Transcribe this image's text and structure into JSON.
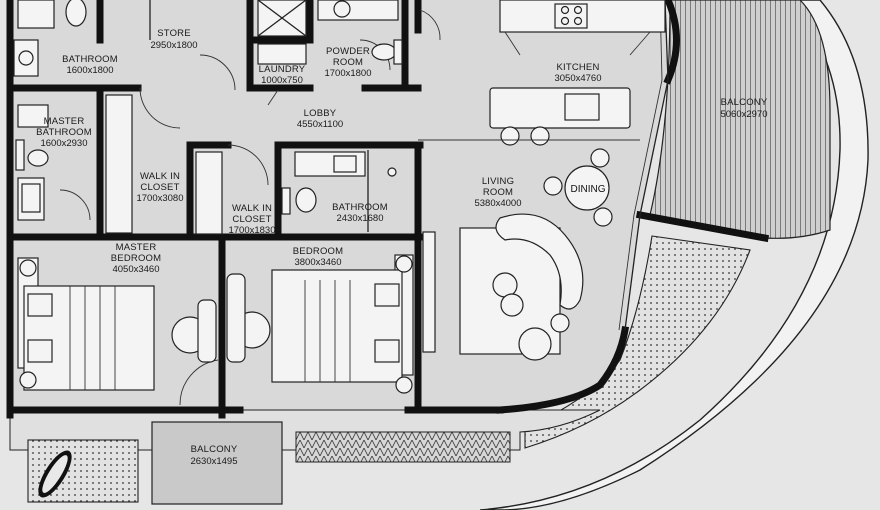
{
  "plan": {
    "rooms": {
      "store": {
        "name": "STORE",
        "dim": "2950x1800"
      },
      "bathroom1": {
        "name": "BATHROOM",
        "dim": "1600x1800"
      },
      "powder": {
        "name1": "POWDER",
        "name2": "ROOM",
        "dim": "1700x1800"
      },
      "laundry": {
        "name": "LAUNDRY",
        "dim": "1000x750"
      },
      "kitchen": {
        "name": "KITCHEN",
        "dim": "3050x4760"
      },
      "balcony_big": {
        "name": "BALCONY",
        "dim": "5060x2970"
      },
      "master_bath": {
        "name1": "MASTER",
        "name2": "BATHROOM",
        "dim": "1600x2930"
      },
      "lobby": {
        "name": "LOBBY",
        "dim": "4550x1100"
      },
      "walkin1": {
        "name1": "WALK IN",
        "name2": "CLOSET",
        "dim": "1700x3080"
      },
      "walkin2": {
        "name1": "WALK IN",
        "name2": "CLOSET",
        "dim": "1700x1830"
      },
      "bathroom2": {
        "name": "BATHROOM",
        "dim": "2430x1680"
      },
      "living": {
        "name1": "LIVING",
        "name2": "ROOM",
        "dim": "5380x4000"
      },
      "dining": {
        "name": "DINING"
      },
      "master_bed": {
        "name1": "MASTER",
        "name2": "BEDROOM",
        "dim": "4050x3460"
      },
      "bedroom": {
        "name": "BEDROOM",
        "dim": "3800x3460"
      },
      "balcony_small": {
        "name": "BALCONY",
        "dim": "2630x1495"
      }
    }
  }
}
